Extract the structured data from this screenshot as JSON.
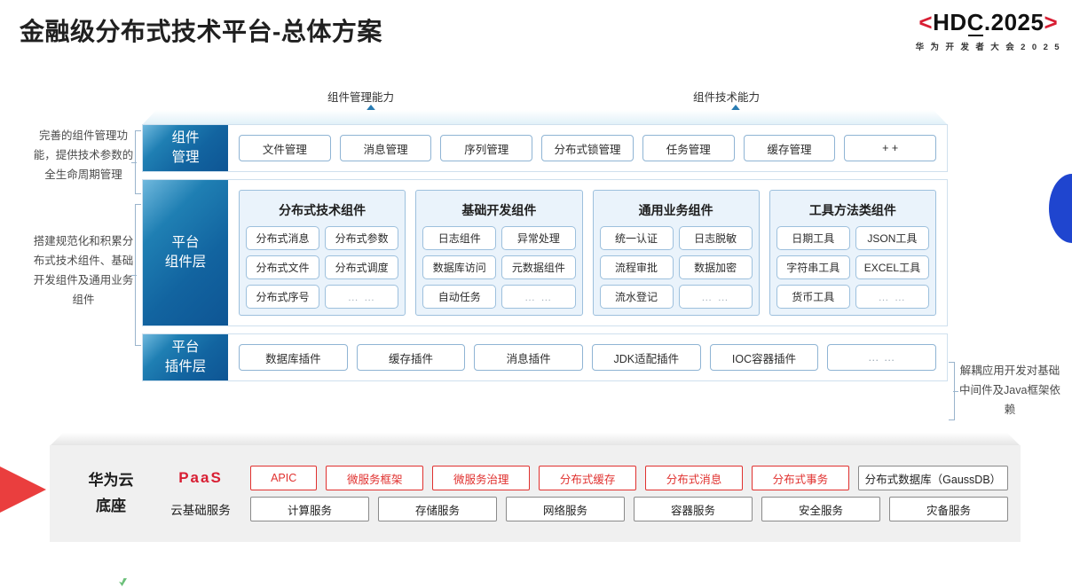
{
  "header": {
    "title": "金融级分布式技术平台-总体方案",
    "logo_bracket_left": "<",
    "logo_text_a": "HD",
    "logo_text_b": "C",
    "logo_text_c": ".2025",
    "logo_bracket_right": ">",
    "logo_subtitle": "华 为 开 发 者 大 会 2 0 2 5"
  },
  "arrows": [
    {
      "label": "组件管理能力"
    },
    {
      "label": "组件技术能力"
    }
  ],
  "side_notes": {
    "left_top": "完善的组件管理功能，提供技术参数的全生命周期管理",
    "left_bottom": "搭建规范化和积累分布式技术组件、基础开发组件及通用业务组件",
    "right": "解耦应用开发对基础中间件及Java框架依赖"
  },
  "layers": {
    "component_mgmt": {
      "label_line1": "组件",
      "label_line2": "管理",
      "chips": [
        "文件管理",
        "消息管理",
        "序列管理",
        "分布式锁管理",
        "任务管理",
        "缓存管理",
        "+ +"
      ]
    },
    "platform_component": {
      "label_line1": "平台",
      "label_line2": "组件层",
      "groups": [
        {
          "title": "分布式技术组件",
          "cells": [
            "分布式消息",
            "分布式参数",
            "分布式文件",
            "分布式调度",
            "分布式序号",
            "… …"
          ]
        },
        {
          "title": "基础开发组件",
          "cells": [
            "日志组件",
            "异常处理",
            "数据库访问",
            "元数据组件",
            "自动任务",
            "… …"
          ]
        },
        {
          "title": "通用业务组件",
          "cells": [
            "统一认证",
            "日志脱敏",
            "流程审批",
            "数据加密",
            "流水登记",
            "… …"
          ]
        },
        {
          "title": "工具方法类组件",
          "cells": [
            "日期工具",
            "JSON工具",
            "字符串工具",
            "EXCEL工具",
            "货币工具",
            "… …"
          ]
        }
      ]
    },
    "platform_plugin": {
      "label_line1": "平台",
      "label_line2": "插件层",
      "chips": [
        "数据库插件",
        "缓存插件",
        "消息插件",
        "JDK适配插件",
        "IOC容器插件",
        "… …"
      ]
    }
  },
  "base": {
    "title_line1": "华为云",
    "title_line2": "底座",
    "paas_label": "PaaS",
    "cloud_label": "云基础服务",
    "paas_items": [
      {
        "text": "APIC",
        "style": "red",
        "width": "narrow"
      },
      {
        "text": "微服务框架",
        "style": "red",
        "width": "normal"
      },
      {
        "text": "微服务治理",
        "style": "red",
        "width": "normal"
      },
      {
        "text": "分布式缓存",
        "style": "red",
        "width": "normal"
      },
      {
        "text": "分布式消息",
        "style": "red",
        "width": "normal"
      },
      {
        "text": "分布式事务",
        "style": "red",
        "width": "normal"
      },
      {
        "text": "分布式数据库（GaussDB）",
        "style": "gray",
        "width": "wide"
      }
    ],
    "cloud_items": [
      "计算服务",
      "存储服务",
      "网络服务",
      "容器服务",
      "安全服务",
      "灾备服务"
    ]
  }
}
